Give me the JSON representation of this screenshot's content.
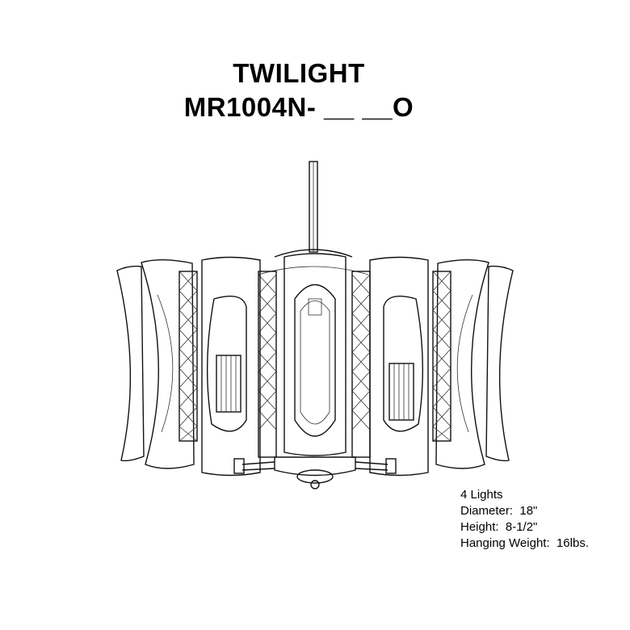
{
  "header": {
    "name": "TWILIGHT",
    "model": "MR1004N- __ __O"
  },
  "specs": {
    "lights": "4 Lights",
    "diameter": "Diameter:  18\"",
    "height": "Height:  8-1/2\"",
    "weight": "Hanging Weight:  16lbs."
  }
}
